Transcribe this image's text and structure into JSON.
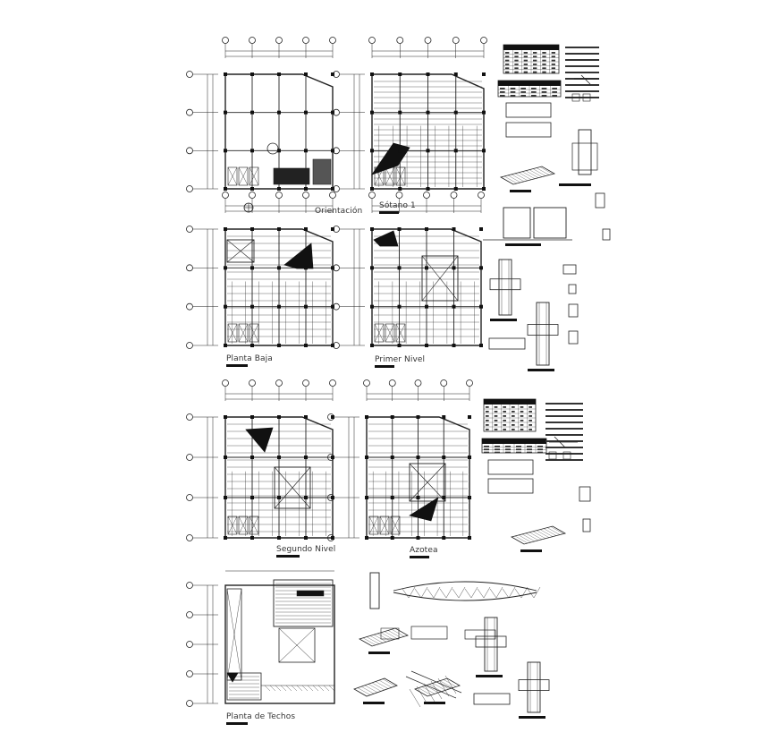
{
  "sheet": {
    "labels": {
      "orientacion": "Orientación",
      "sotano": "Sótano 1",
      "planta_baja": "Planta Baja",
      "primer_nivel": "Primer Nivel",
      "segundo_nivel": "Segundo Nivel",
      "azotea": "Azotea",
      "planta_techos": "Planta de Techos"
    }
  },
  "colors": {
    "ink": "#111111",
    "paper": "#ffffff"
  }
}
